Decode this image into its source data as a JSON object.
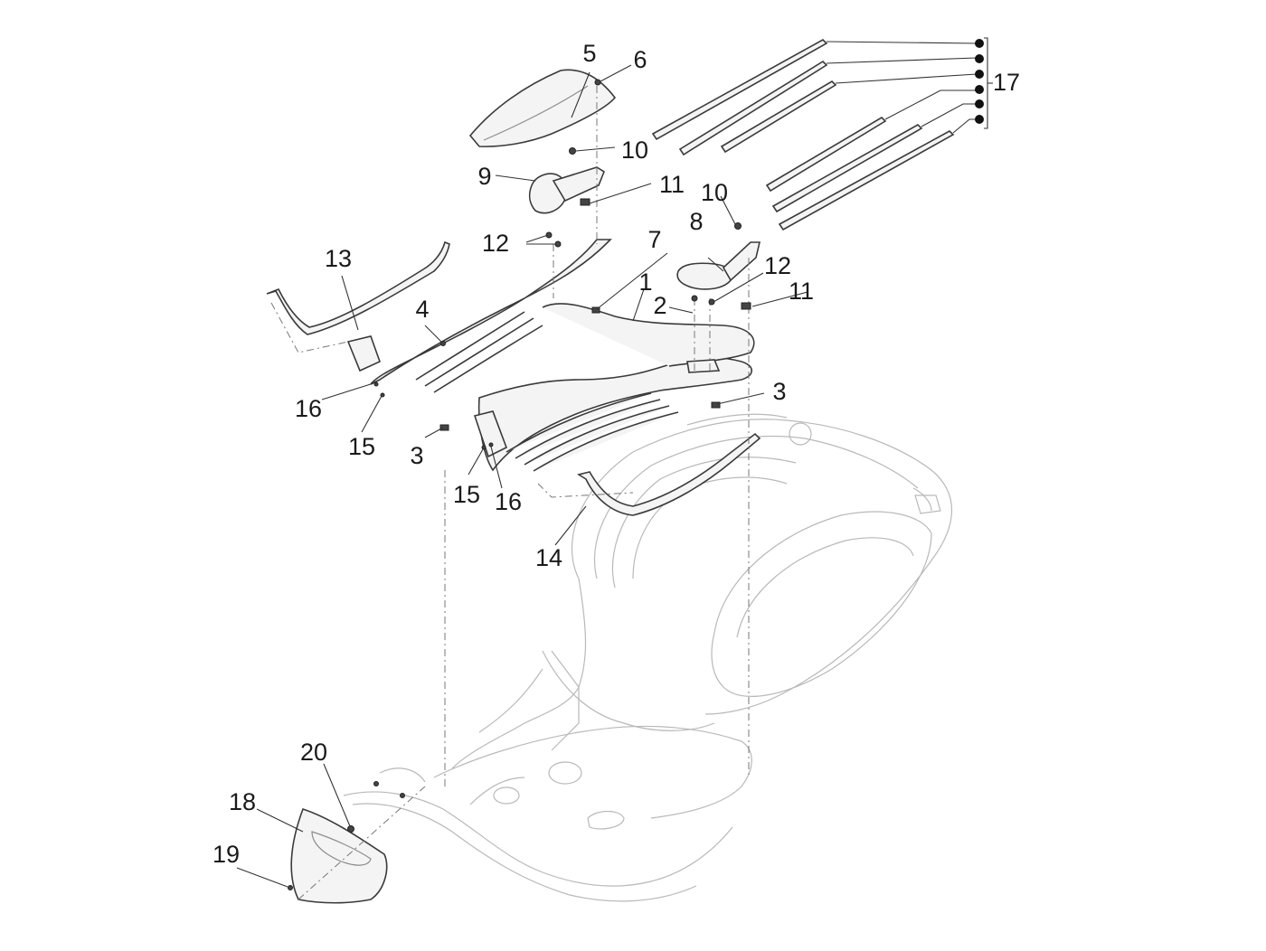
{
  "diagram": {
    "type": "exploded-parts-diagram",
    "subject": "scooter floor/footboard assembly",
    "callouts": [
      {
        "id": "1",
        "label": "1",
        "part": "central footboard cover"
      },
      {
        "id": "2",
        "label": "2",
        "part": "screw"
      },
      {
        "id": "3a",
        "label": "3",
        "part": "clip"
      },
      {
        "id": "3b",
        "label": "3",
        "part": "clip"
      },
      {
        "id": "4",
        "label": "4",
        "part": "screw"
      },
      {
        "id": "5",
        "label": "5",
        "part": "upper cover"
      },
      {
        "id": "6",
        "label": "6",
        "part": "nut"
      },
      {
        "id": "7",
        "label": "7",
        "part": "clip"
      },
      {
        "id": "8",
        "label": "8",
        "part": "right pad/bracket"
      },
      {
        "id": "9",
        "label": "9",
        "part": "left pad/bracket"
      },
      {
        "id": "10a",
        "label": "10",
        "part": "screw"
      },
      {
        "id": "10b",
        "label": "10",
        "part": "screw"
      },
      {
        "id": "11a",
        "label": "11",
        "part": "clip"
      },
      {
        "id": "11b",
        "label": "11",
        "part": "clip"
      },
      {
        "id": "12a",
        "label": "12",
        "part": "nuts"
      },
      {
        "id": "12b",
        "label": "12",
        "part": "nut"
      },
      {
        "id": "13",
        "label": "13",
        "part": "left trim strip"
      },
      {
        "id": "14",
        "label": "14",
        "part": "right trim strip"
      },
      {
        "id": "15a",
        "label": "15",
        "part": "screw"
      },
      {
        "id": "15b",
        "label": "15",
        "part": "screw"
      },
      {
        "id": "16a",
        "label": "16",
        "part": "washer"
      },
      {
        "id": "16b",
        "label": "16",
        "part": "washer"
      },
      {
        "id": "17",
        "label": "17",
        "part": "footboard rubber strips (set of 6)"
      },
      {
        "id": "18",
        "label": "18",
        "part": "lower front panel"
      },
      {
        "id": "19",
        "label": "19",
        "part": "screw"
      },
      {
        "id": "20",
        "label": "20",
        "part": "nut"
      }
    ],
    "strip_count": 6
  }
}
